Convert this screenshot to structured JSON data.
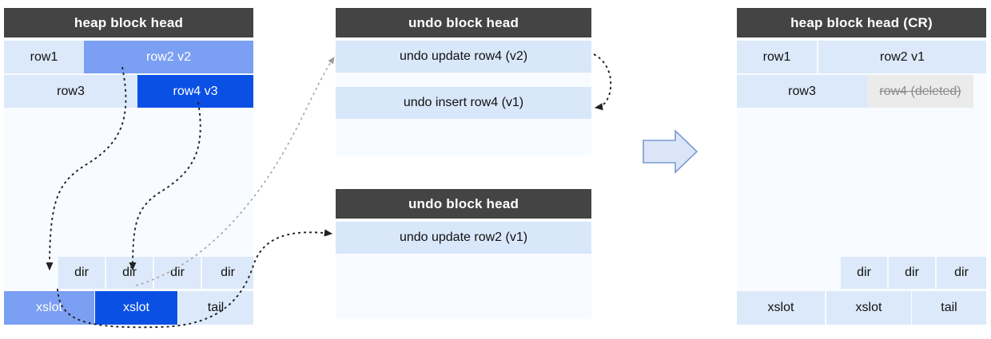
{
  "heap_before": {
    "title": "heap block head",
    "rows": [
      {
        "label": "row1",
        "style": "pale"
      },
      {
        "label": "row2 v2",
        "style": "mid"
      },
      {
        "label": "row3",
        "style": "pale"
      },
      {
        "label": "row4 v3",
        "style": "strong"
      }
    ],
    "dir_cells": [
      "dir",
      "dir",
      "dir",
      "dir"
    ],
    "slot_cells": [
      {
        "label": "xslot",
        "style": "mid"
      },
      {
        "label": "xslot",
        "style": "strong"
      },
      {
        "label": "tail",
        "style": "pale"
      }
    ]
  },
  "undo_block_1": {
    "title": "undo block head",
    "records": [
      "undo update row4 (v2)",
      "undo insert row4 (v1)"
    ]
  },
  "undo_block_2": {
    "title": "undo block head",
    "records": [
      "undo update row2 (v1)"
    ]
  },
  "heap_after": {
    "title": "heap block head (CR)",
    "rows": [
      {
        "label": "row1",
        "style": "pale"
      },
      {
        "label": "row2 v1",
        "style": "pale"
      },
      {
        "label": "row3",
        "style": "pale"
      },
      {
        "label": "row4 (deleted)",
        "style": "gray-struck"
      }
    ],
    "dir_cells": [
      "dir",
      "dir",
      "dir"
    ],
    "slot_cells": [
      {
        "label": "xslot",
        "style": "pale"
      },
      {
        "label": "xslot",
        "style": "pale"
      },
      {
        "label": "tail",
        "style": "pale"
      }
    ]
  },
  "transform_arrow": {
    "name": "right-arrow",
    "fill": "#dae6f8",
    "stroke": "#7b9bd0"
  },
  "colors": {
    "head_bg": "#444444",
    "pale_blue": "#dce9fa",
    "mid_blue": "#7b9ff2",
    "strong_blue": "#0a50e5",
    "body_bg": "#f8fbff",
    "deleted_gray": "#ebebeb",
    "deleted_text": "#8b8b8b",
    "connector": "#333333"
  }
}
